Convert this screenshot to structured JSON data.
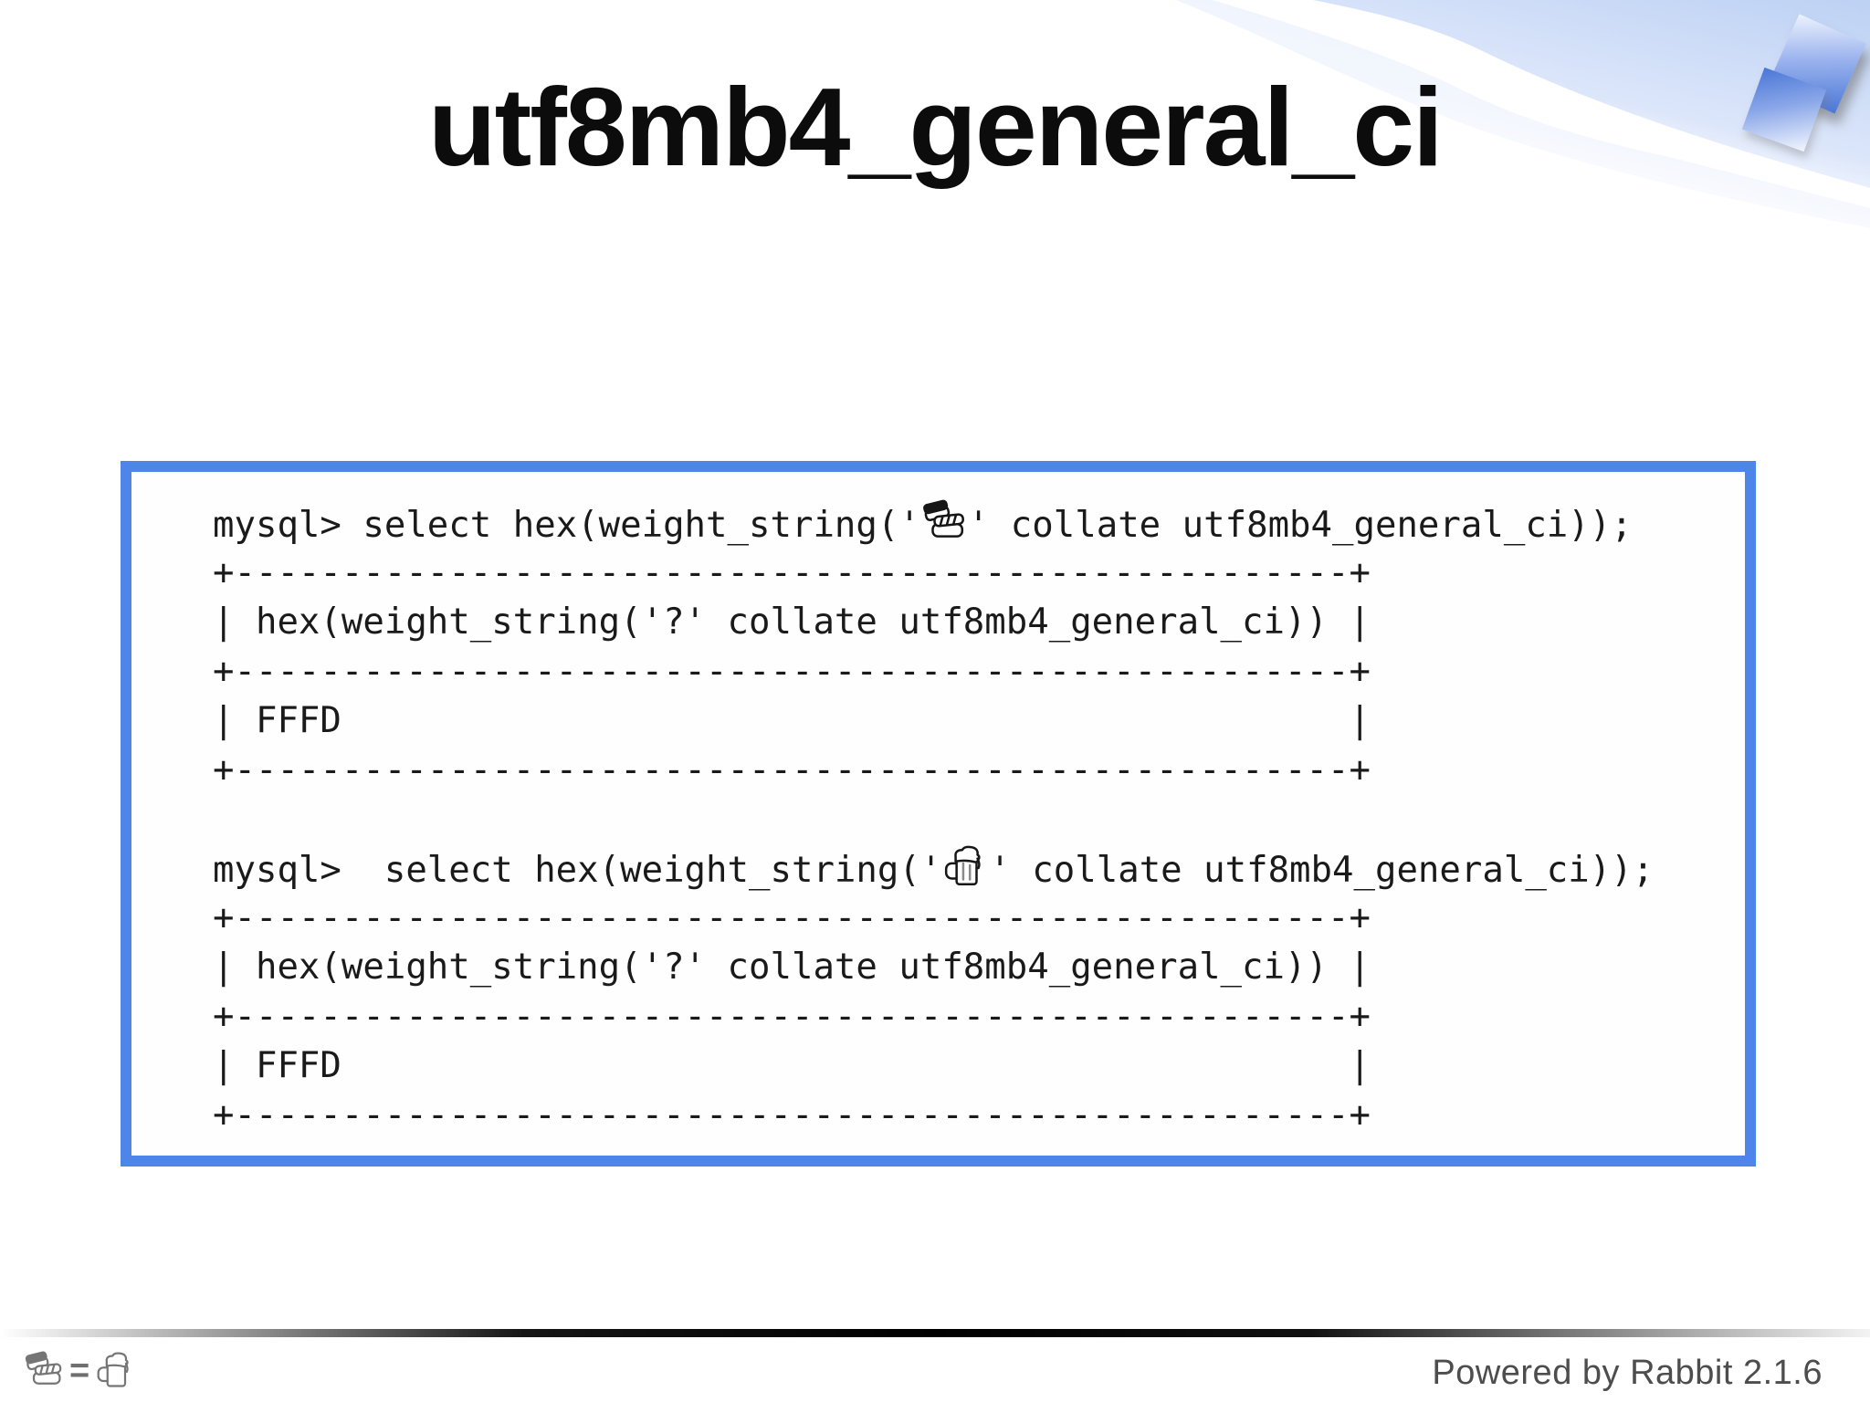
{
  "title": "utf8mb4_general_ci",
  "code_box": {
    "query1": {
      "prefix": "mysql> select hex(weight_string('",
      "emoji": "🍣",
      "emoji_name": "sushi",
      "suffix": "' collate utf8mb4_general_ci));"
    },
    "table1": [
      "+----------------------------------------------------+",
      "| hex(weight_string('?' collate utf8mb4_general_ci)) |",
      "+----------------------------------------------------+",
      "| FFFD                                               |",
      "+----------------------------------------------------+"
    ],
    "query2": {
      "prefix": "mysql>  select hex(weight_string('",
      "emoji": "🍺",
      "emoji_name": "beer-mug",
      "suffix": "' collate utf8mb4_general_ci));"
    },
    "table2": [
      "+----------------------------------------------------+",
      "| hex(weight_string('?' collate utf8mb4_general_ci)) |",
      "+----------------------------------------------------+",
      "| FFFD                                               |",
      "+----------------------------------------------------+"
    ],
    "result_value": "FFFD"
  },
  "footer": {
    "equation": {
      "left_emoji": "🍣",
      "equals": "=",
      "right_emoji": "🍺"
    },
    "powered_by": "Powered by Rabbit 2.1.6"
  },
  "colors": {
    "code_box_border": "#4d86e8",
    "decor_square_blue": "#4a77d6",
    "decor_wave_blue": "#c5d5f5",
    "divider_bar": "#000000",
    "footer_text": "#4d4d4d",
    "title_text": "#0c0c0c"
  }
}
